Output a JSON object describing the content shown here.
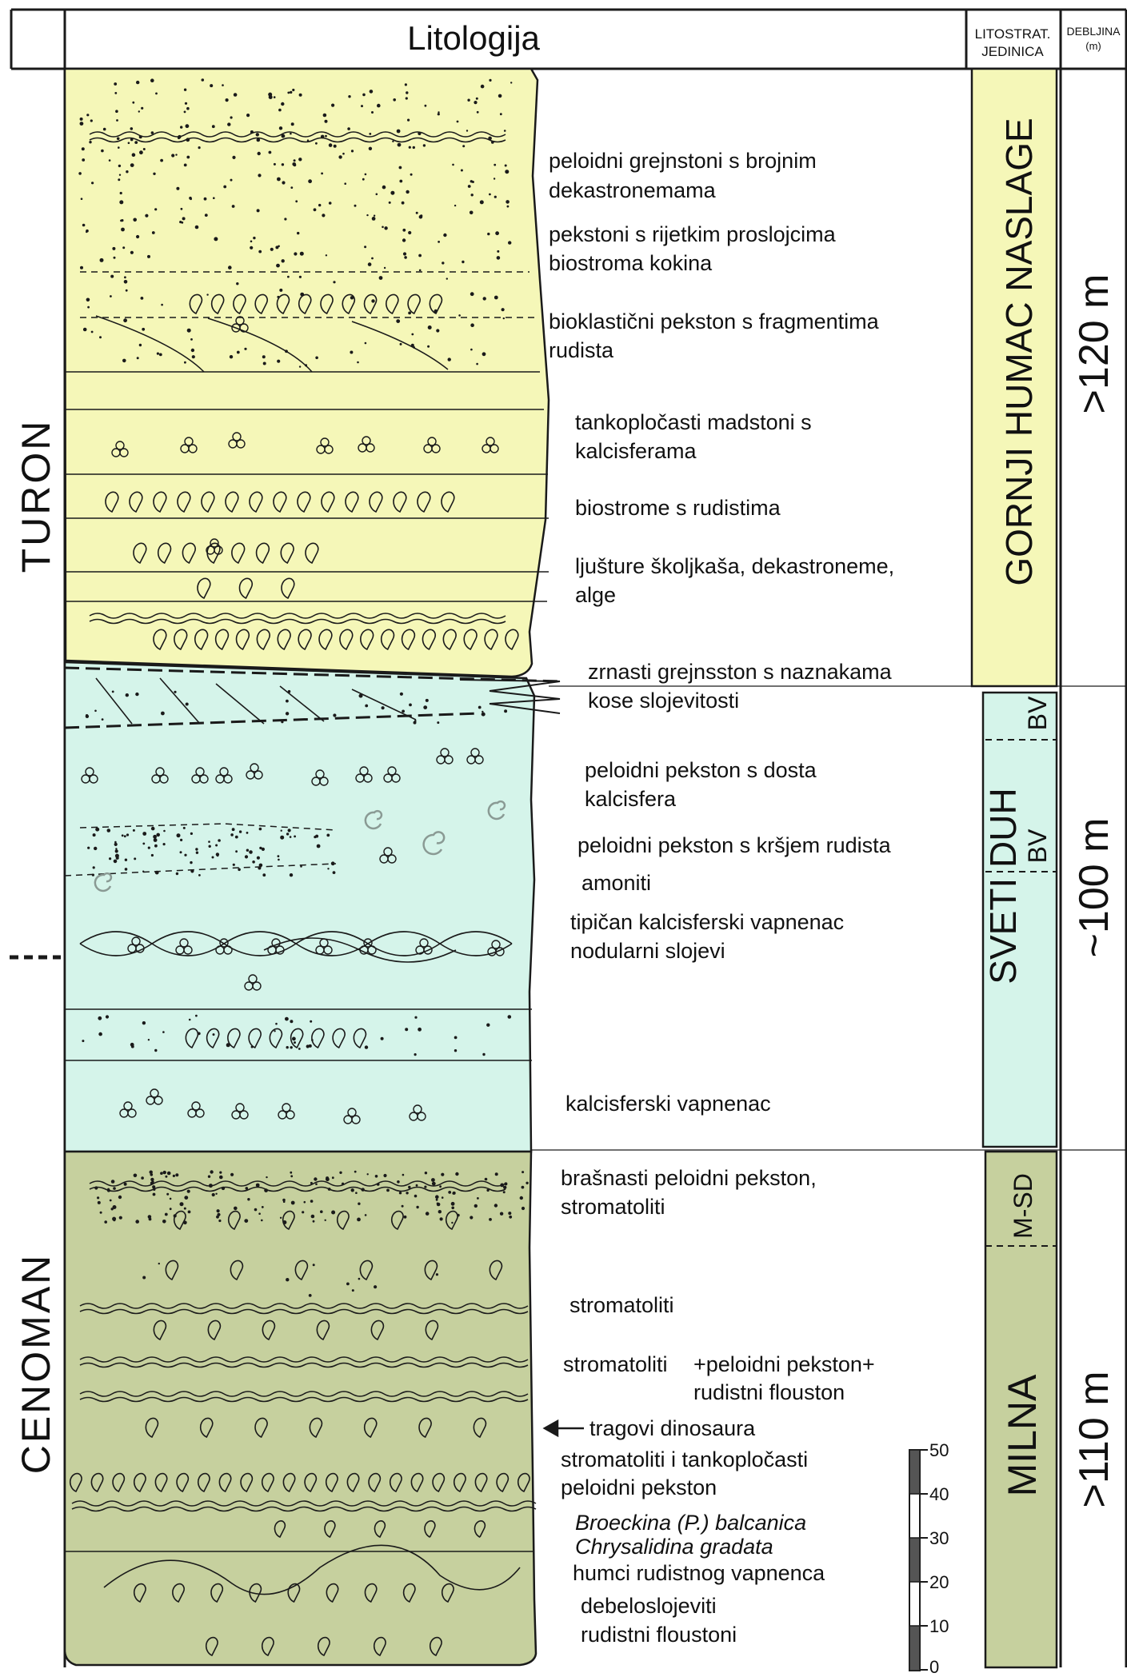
{
  "header": {
    "lithology": "Litologija",
    "litostrat_line1": "LITOSTRAT.",
    "litostrat_line2": "JEDINICA",
    "thickness_line1": "DEBLJINA",
    "thickness_line2": "(m)"
  },
  "stages": {
    "turon": "TURON",
    "cenoman": "CENOMAN"
  },
  "units": {
    "gornji_humac": "GORNJI HUMAC NASLAGE",
    "sveti_duh": "SVETI DUH",
    "bv_upper": "BV",
    "bv_lower": "BV",
    "m_sd": "M-SD",
    "milna": "MILNA"
  },
  "thickness": {
    "gornji_humac": ">120 m",
    "sveti_duh": "~100 m",
    "milna": ">110 m"
  },
  "descriptions": [
    "peloidni grejnstoni s brojnim",
    "dekastronemama",
    "pekstoni s rijetkim proslojcima",
    "biostroma kokina",
    "bioklastični pekston s fragmentima",
    "rudista",
    "tankopločasti madstoni s",
    "kalcisferama",
    "biostrome s rudistima",
    "ljušture školjkaša, dekastroneme,",
    "alge",
    "zrnasti grejnsston s naznakama",
    "kose slojevitosti",
    "peloidni pekston s dosta",
    "kalcisfera",
    "peloidni pekston s kršjem rudista",
    "amoniti",
    "tipičan kalcisferski vapnenac",
    "nodularni slojevi",
    "kalcisferski vapnenac",
    "brašnasti peloidni pekston,",
    "stromatoliti",
    "stromatoliti",
    "stromatoliti",
    "+peloidni pekston+",
    "rudistni flouston",
    "tragovi dinosaura",
    "stromatoliti i tankopločasti",
    "peloidni pekston",
    "Broeckina (P.) balcanica",
    "Chrysalidina gradata",
    "humci rudistnog vapnenca",
    "debeloslojeviti",
    "rudistni floustoni"
  ],
  "scale_bar": {
    "ticks": [
      "50",
      "40",
      "30",
      "20",
      "10",
      "0"
    ]
  },
  "colors": {
    "gornji_humac": "#f5f7b8",
    "sveti_duh": "#d5f4ea",
    "milna": "#c6d09e",
    "line": "#1a1a1a"
  }
}
